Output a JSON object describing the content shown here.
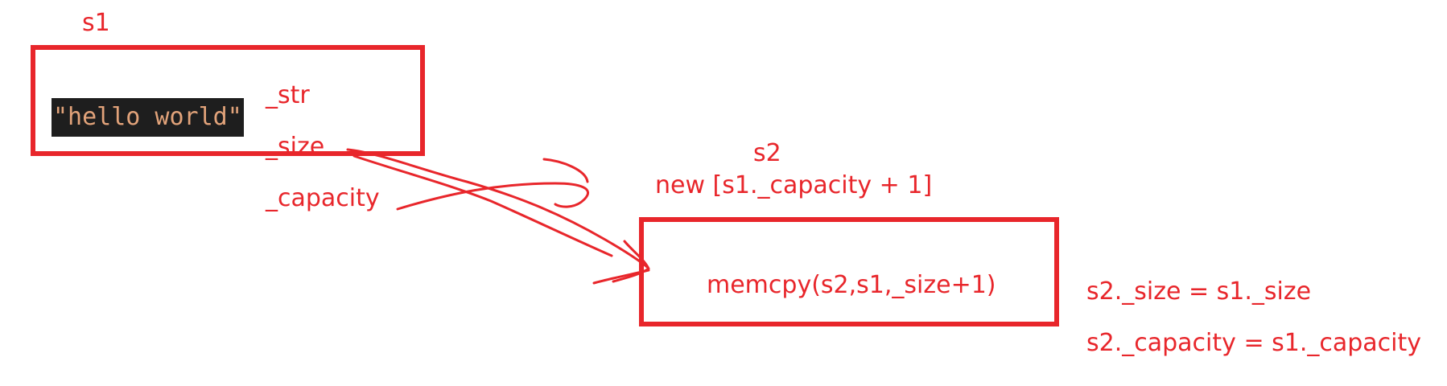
{
  "s1": {
    "name": "s1",
    "value": "\"hello world\"",
    "members": [
      "_str",
      "_size",
      "_capacity"
    ]
  },
  "s2": {
    "name": "s2",
    "alloc": "new [s1._capacity + 1]",
    "copy": "memcpy(s2,s1,_size+1)"
  },
  "assignments": [
    "s2._size = s1._size",
    "s2._capacity = s1._capacity"
  ],
  "colors": {
    "ink": "#e8262b",
    "code_bg": "#1e1e1e",
    "code_text": "#e2a37a"
  }
}
